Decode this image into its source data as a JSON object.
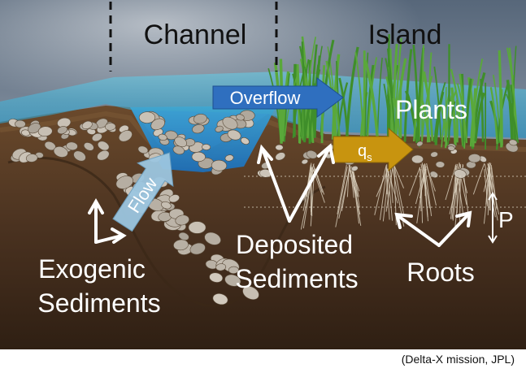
{
  "labels": {
    "channel": "Channel",
    "island": "Island",
    "overflow": "Overflow",
    "plants": "Plants",
    "flow": "Flow",
    "qs_main": "q",
    "qs_sub": "s",
    "exogenic_line1": "Exogenic",
    "exogenic_line2": "Sediments",
    "deposited_line1": "Deposited",
    "deposited_line2": "Sediments",
    "roots": "Roots",
    "p": "P"
  },
  "credit": "(Delta-X mission, JPL)",
  "colors": {
    "sky_top": "#5d6c7c",
    "sky_bottom": "#bfc9d3",
    "water": "#3fa9c9",
    "soil_top": "#6a4b2e",
    "soil_bottom": "#2e1f13",
    "overflow_arrow": "#2f6fbf",
    "flow_arrow": "#9cc6e0",
    "qs_arrow": "#c89410",
    "grass": "#3e8a2a"
  }
}
